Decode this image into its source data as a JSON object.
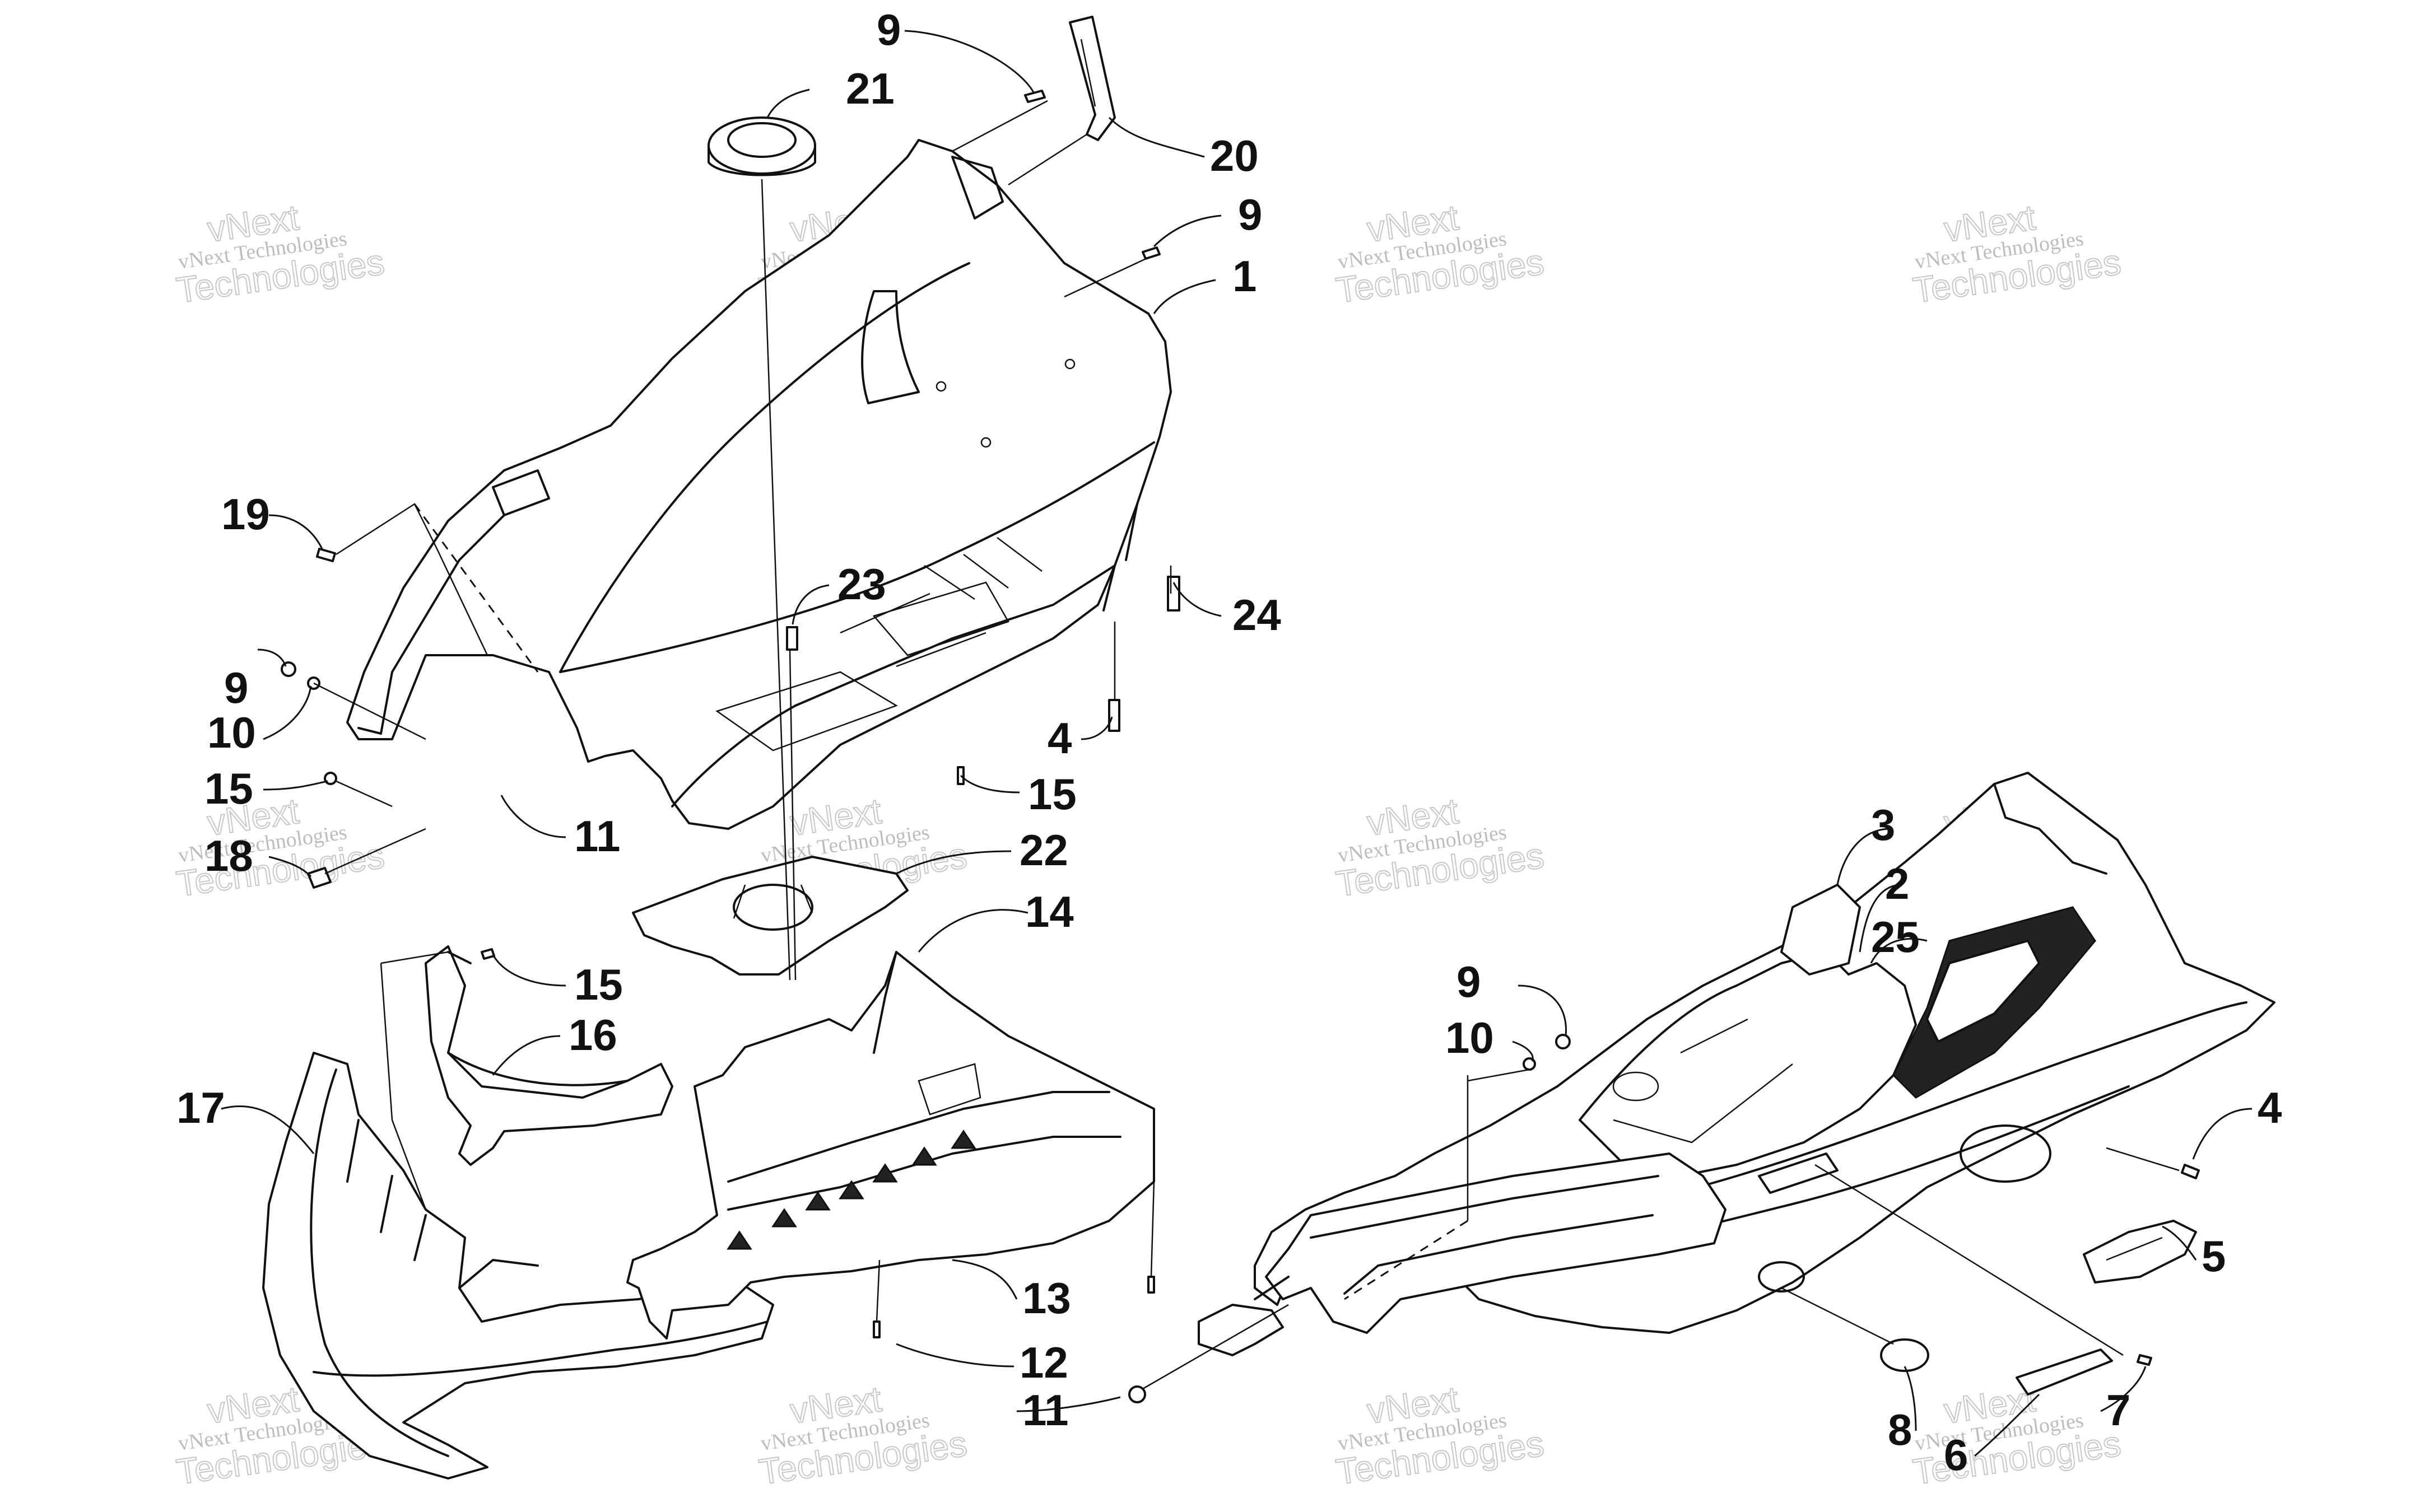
{
  "watermark": {
    "line1": "vNext Technologies",
    "line2": "vNext",
    "line3": "Technologies"
  },
  "callouts": [
    {
      "label": "9"
    },
    {
      "label": "21"
    },
    {
      "label": "20"
    },
    {
      "label": "9"
    },
    {
      "label": "1"
    },
    {
      "label": "19"
    },
    {
      "label": "23"
    },
    {
      "label": "24"
    },
    {
      "label": "9"
    },
    {
      "label": "10"
    },
    {
      "label": "4"
    },
    {
      "label": "15"
    },
    {
      "label": "15"
    },
    {
      "label": "18"
    },
    {
      "label": "11"
    },
    {
      "label": "22"
    },
    {
      "label": "14"
    },
    {
      "label": "15"
    },
    {
      "label": "16"
    },
    {
      "label": "17"
    },
    {
      "label": "13"
    },
    {
      "label": "12"
    },
    {
      "label": "11"
    },
    {
      "label": "3"
    },
    {
      "label": "2"
    },
    {
      "label": "25"
    },
    {
      "label": "9"
    },
    {
      "label": "10"
    },
    {
      "label": "4"
    },
    {
      "label": "5"
    },
    {
      "label": "8"
    },
    {
      "label": "7"
    },
    {
      "label": "6"
    }
  ]
}
